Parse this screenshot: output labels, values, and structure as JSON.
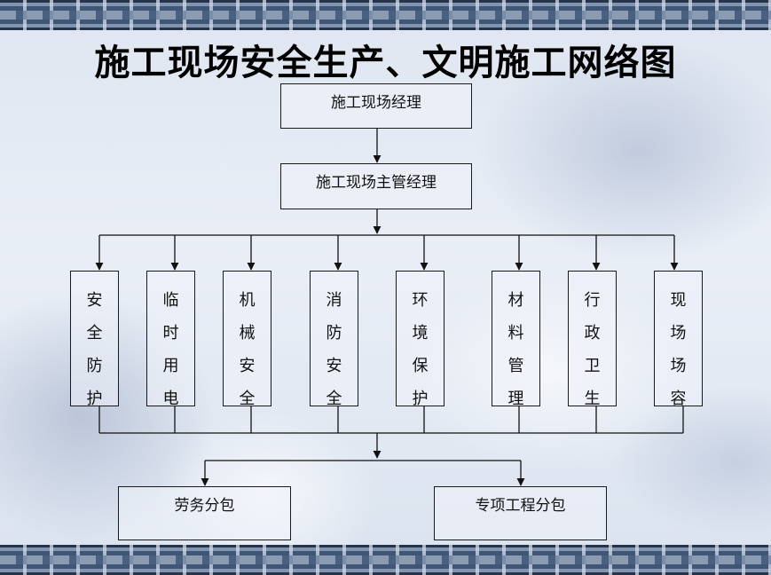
{
  "title": "施工现场安全生产、文明施工网络图",
  "nodes": {
    "manager": "施工现场经理",
    "chief_manager": "施工现场主管经理",
    "departments": [
      [
        "安",
        "全",
        "防",
        "护"
      ],
      [
        "临",
        "时",
        "用",
        "电"
      ],
      [
        "机",
        "械",
        "安",
        "全"
      ],
      [
        "消",
        "防",
        "安",
        "全"
      ],
      [
        "环",
        "境",
        "保",
        "护"
      ],
      [
        "材",
        "料",
        "管",
        "理"
      ],
      [
        "行",
        "政",
        "卫",
        "生"
      ],
      [
        "现",
        "场",
        "场",
        "容"
      ]
    ],
    "labor_subcontract": "劳务分包",
    "special_subcontract": "专项工程分包"
  }
}
